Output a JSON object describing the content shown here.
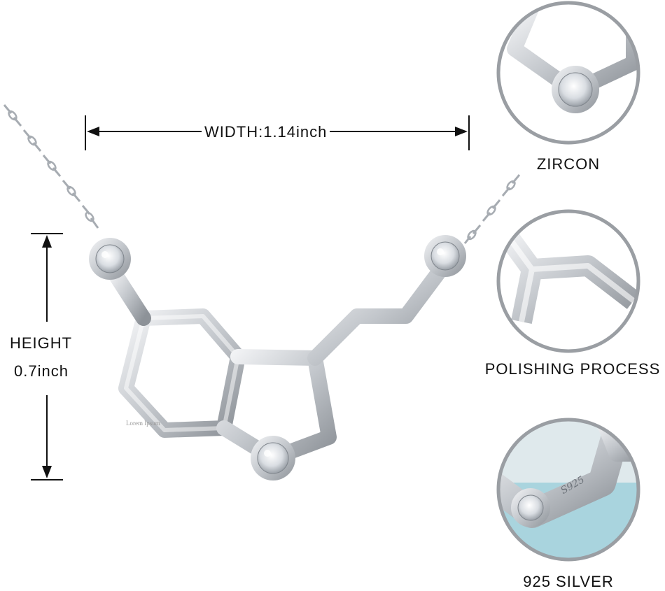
{
  "dimensions": {
    "width_label": "WIDTH:1.14inch",
    "height_label_line1": "HEIGHT",
    "height_label_line2": "0.7inch"
  },
  "details": [
    {
      "caption": "ZIRCON",
      "icon": "zircon-closeup-icon"
    },
    {
      "caption": "POLISHING PROCESS",
      "icon": "polished-band-closeup-icon"
    },
    {
      "caption": "925 SILVER",
      "icon": "silver-stamp-closeup-icon"
    }
  ],
  "stamp_text": "S925",
  "watermark": "Lorem Ipsum",
  "colors": {
    "silver": "#c9ccd1",
    "silver_dark": "#8e949b",
    "circle_border": "#9a9ea3",
    "bg_blue": "#a9d4de"
  }
}
